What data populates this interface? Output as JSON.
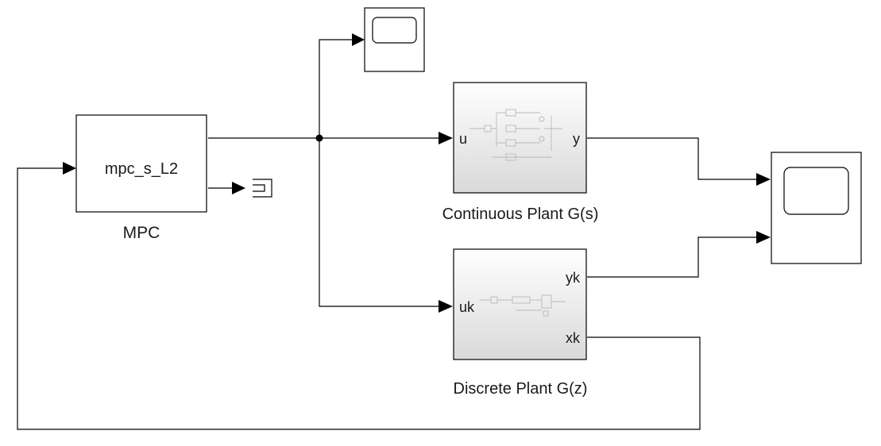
{
  "diagram": {
    "title": "",
    "blocks": {
      "mpc": {
        "text": "mpc_s_L2",
        "caption": "MPC"
      },
      "continuous_plant": {
        "input_port": "u",
        "output_port": "y",
        "caption": "Continuous Plant G(s)"
      },
      "discrete_plant": {
        "input_port": "uk",
        "output_port_1": "yk",
        "output_port_2": "xk",
        "caption": "Discrete Plant G(z)"
      }
    },
    "icons": {
      "scope_small": "scope-icon",
      "scope_large": "scope-icon",
      "terminator": "terminator-icon"
    },
    "colors": {
      "line": "#000000",
      "block_border": "#000000",
      "subsystem_gradient_top": "#ffffff",
      "subsystem_gradient_bottom": "#dcdcdc"
    }
  }
}
